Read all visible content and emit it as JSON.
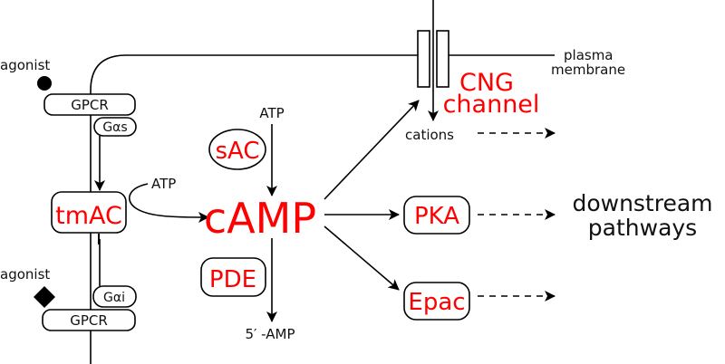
{
  "colors": {
    "enzyme_text": "#ff0000",
    "line": "#000000",
    "label_text": "#111111"
  },
  "membrane": {
    "label_line1": "plasma",
    "label_line2": "membrane"
  },
  "upper_receptor": {
    "agonist_label": "agonist",
    "agonist_icon": "filled-circle",
    "receptor_label": "GPCR",
    "g_protein_label": "Gαs"
  },
  "lower_receptor": {
    "agonist_label": "agonist",
    "agonist_icon": "filled-diamond",
    "receptor_label": "GPCR",
    "g_protein_label": "Gαi"
  },
  "tmac": {
    "label": "tmAC",
    "substrate_label": "ATP"
  },
  "sac": {
    "label": "sAC",
    "substrate_label": "ATP"
  },
  "camp": {
    "label": "cAMP"
  },
  "pde": {
    "label": "PDE",
    "product_label": "5′ -AMP"
  },
  "cng": {
    "label_line1": "CNG",
    "label_line2": "channel",
    "output_label": "cations"
  },
  "pka": {
    "label": "PKA"
  },
  "epac": {
    "label": "Epac"
  },
  "downstream": {
    "label_line1": "downstream",
    "label_line2": "pathways"
  }
}
